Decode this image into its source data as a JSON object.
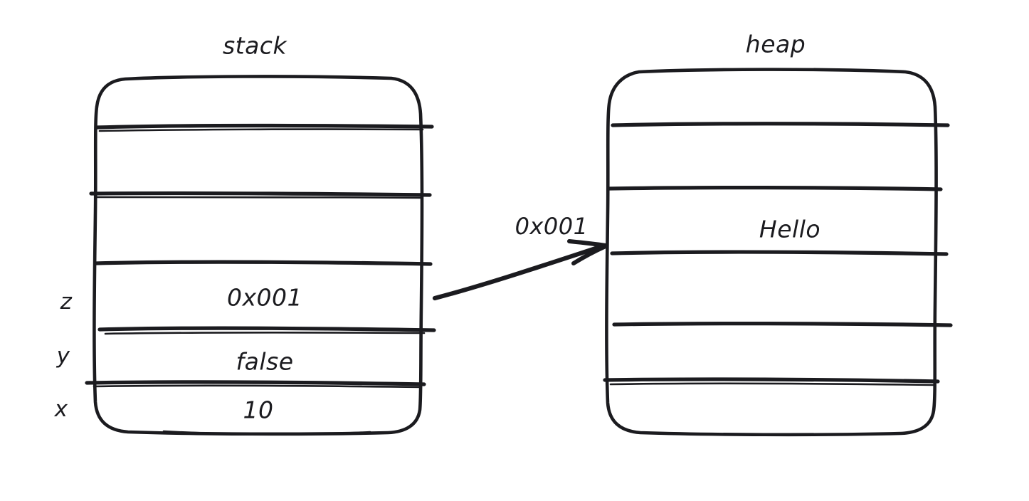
{
  "diagram": {
    "kind": "memory-layout-diagram",
    "background_color": "#ffffff",
    "ink_color": "#1b1b1f",
    "style": "hand-drawn"
  },
  "stack": {
    "title": "stack",
    "variables": [
      {
        "name": "z",
        "value": "0x001"
      },
      {
        "name": "y",
        "value": "false"
      },
      {
        "name": "x",
        "value": "10"
      }
    ],
    "empty_slots_above": 3
  },
  "heap": {
    "title": "heap",
    "cells": [
      {
        "value": ""
      },
      {
        "value": "Hello"
      },
      {
        "value": ""
      },
      {
        "value": ""
      },
      {
        "value": ""
      }
    ]
  },
  "pointer": {
    "label": "0x001",
    "from": "stack-cell-z",
    "to": "heap-cell-hello"
  }
}
